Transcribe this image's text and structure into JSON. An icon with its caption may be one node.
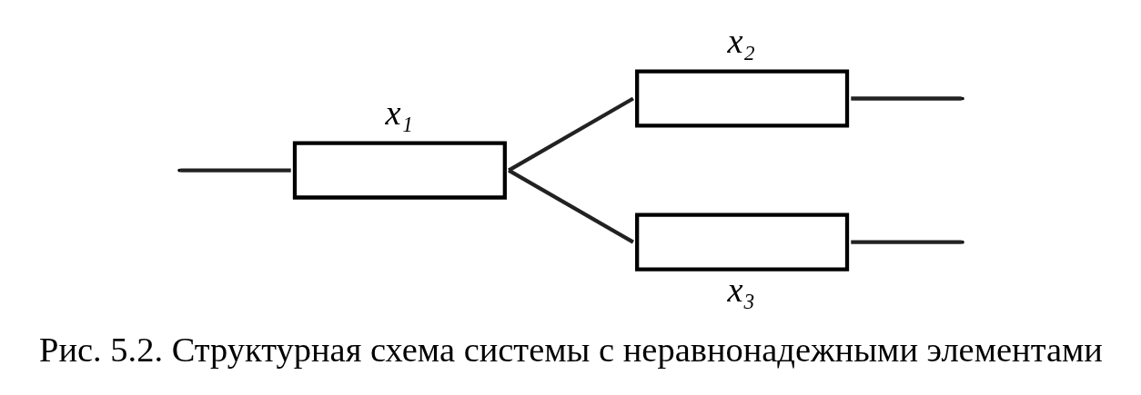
{
  "diagram": {
    "caption": "Рис. 5.2. Структурная схема системы с неравнонадежными элементами",
    "nodes": [
      {
        "text": [
          "x₁"
        ]
      },
      {
        "text": [
          "x₂"
        ]
      },
      {
        "text": [
          "x₃"
        ]
      }
    ],
    "edges": [
      {
        "from": null,
        "to": 0,
        "arrow": "none"
      },
      {
        "from": 0,
        "to": 1,
        "arrow": "none"
      },
      {
        "from": 0,
        "to": 2,
        "arrow": "none"
      },
      {
        "from": 1,
        "to": null,
        "arrow": "none"
      },
      {
        "from": 2,
        "to": null,
        "arrow": "none"
      }
    ]
  }
}
